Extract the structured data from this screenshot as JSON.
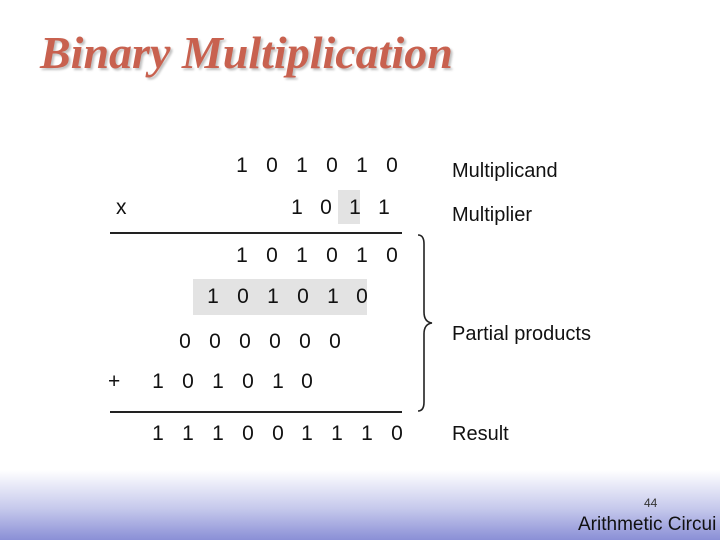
{
  "title": "Binary Multiplication",
  "multiplicand": [
    "1",
    "0",
    "1",
    "0",
    "1",
    "0"
  ],
  "multiplier": [
    "1",
    "0",
    "1",
    "1"
  ],
  "times_symbol": "x",
  "plus_symbol": "+",
  "partial_products": [
    [
      "1",
      "0",
      "1",
      "0",
      "1",
      "0"
    ],
    [
      "1",
      "0",
      "1",
      "0",
      "1",
      "0"
    ],
    [
      "0",
      "0",
      "0",
      "0",
      "0",
      "0"
    ],
    [
      "1",
      "0",
      "1",
      "0",
      "1",
      "0"
    ]
  ],
  "result": [
    "1",
    "1",
    "1",
    "0",
    "0",
    "1",
    "1",
    "1",
    "0"
  ],
  "labels": {
    "multiplicand": "Multiplicand",
    "multiplier": "Multiplier",
    "partial": "Partial products",
    "result": "Result"
  },
  "footer": {
    "page": "44",
    "course": "Arithmetic Circui"
  }
}
